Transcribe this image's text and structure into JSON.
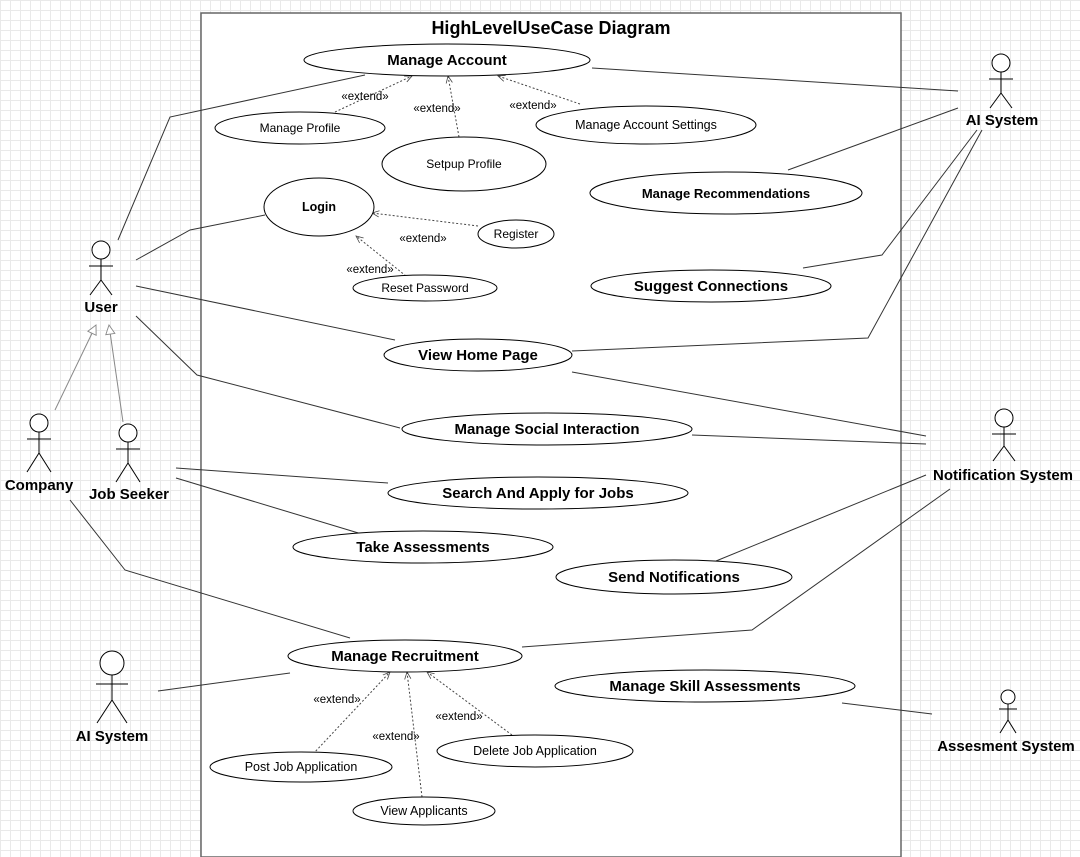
{
  "diagram": {
    "title": "HighLevelUseCase Diagram",
    "actors": [
      {
        "id": "user",
        "label": "User"
      },
      {
        "id": "company",
        "label": "Company"
      },
      {
        "id": "job-seeker",
        "label": "Job Seeker"
      },
      {
        "id": "ai-system-left",
        "label": "AI System"
      },
      {
        "id": "ai-system-right",
        "label": "AI System"
      },
      {
        "id": "notification-system",
        "label": "Notification System"
      },
      {
        "id": "assessment-system",
        "label": "Assesment System"
      }
    ],
    "use_cases": [
      {
        "id": "manage-account",
        "label": "Manage Account"
      },
      {
        "id": "manage-profile",
        "label": "Manage Profile"
      },
      {
        "id": "setup-profile",
        "label": "Setpup Profile"
      },
      {
        "id": "manage-account-settings",
        "label": "Manage Account Settings"
      },
      {
        "id": "login",
        "label": "Login"
      },
      {
        "id": "register",
        "label": "Register"
      },
      {
        "id": "reset-password",
        "label": "Reset Password"
      },
      {
        "id": "manage-recommendations",
        "label": "Manage Recommendations"
      },
      {
        "id": "suggest-connections",
        "label": "Suggest Connections"
      },
      {
        "id": "view-home-page",
        "label": "View Home Page"
      },
      {
        "id": "manage-social-interaction",
        "label": "Manage Social Interaction"
      },
      {
        "id": "search-and-apply",
        "label": "Search And Apply for Jobs"
      },
      {
        "id": "take-assessments",
        "label": "Take Assessments"
      },
      {
        "id": "send-notifications",
        "label": "Send Notifications"
      },
      {
        "id": "manage-recruitment",
        "label": "Manage Recruitment"
      },
      {
        "id": "manage-skill-assessments",
        "label": "Manage Skill Assessments"
      },
      {
        "id": "post-job-application",
        "label": "Post Job Application"
      },
      {
        "id": "delete-job-application",
        "label": "Delete Job Application"
      },
      {
        "id": "view-applicants",
        "label": "View Applicants"
      }
    ],
    "extend_label": "«extend»"
  }
}
